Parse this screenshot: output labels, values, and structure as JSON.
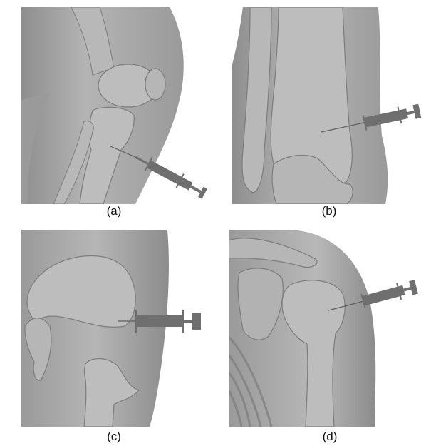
{
  "figure": {
    "panels": [
      {
        "label": "(a)",
        "site": "knee-joint-icon",
        "needle": "syringe-icon"
      },
      {
        "label": "(b)",
        "site": "ankle-joint-icon",
        "needle": "syringe-icon"
      },
      {
        "label": "(c)",
        "site": "hip-joint-icon",
        "needle": "syringe-icon"
      },
      {
        "label": "(d)",
        "site": "shoulder-joint-icon",
        "needle": "syringe-icon"
      }
    ],
    "colors": {
      "skin": "#a9a9a9",
      "bone": "#bdbdbd",
      "shadow": "#7c7c7c",
      "syringe": "#6f6f6f"
    }
  }
}
